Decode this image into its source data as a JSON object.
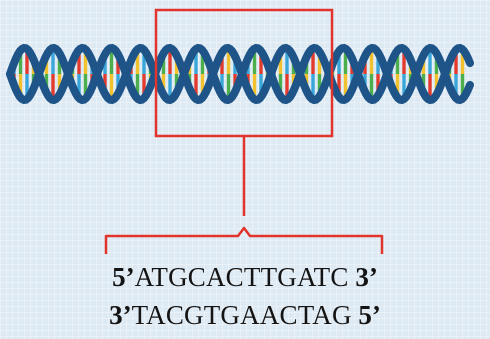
{
  "colors": {
    "backbone": "#1f5488",
    "highlight": "#e0342c",
    "bases": [
      "#e23b2e",
      "#f2c12e",
      "#39a6d9",
      "#4cae4c"
    ]
  },
  "strand_top": {
    "prime_left": "5’",
    "bases": "ATGCACTTGATC",
    "prime_right": "3’"
  },
  "strand_bottom": {
    "prime_left": "3’",
    "bases": "TACGTGAACTAG",
    "prime_right": "5’"
  }
}
